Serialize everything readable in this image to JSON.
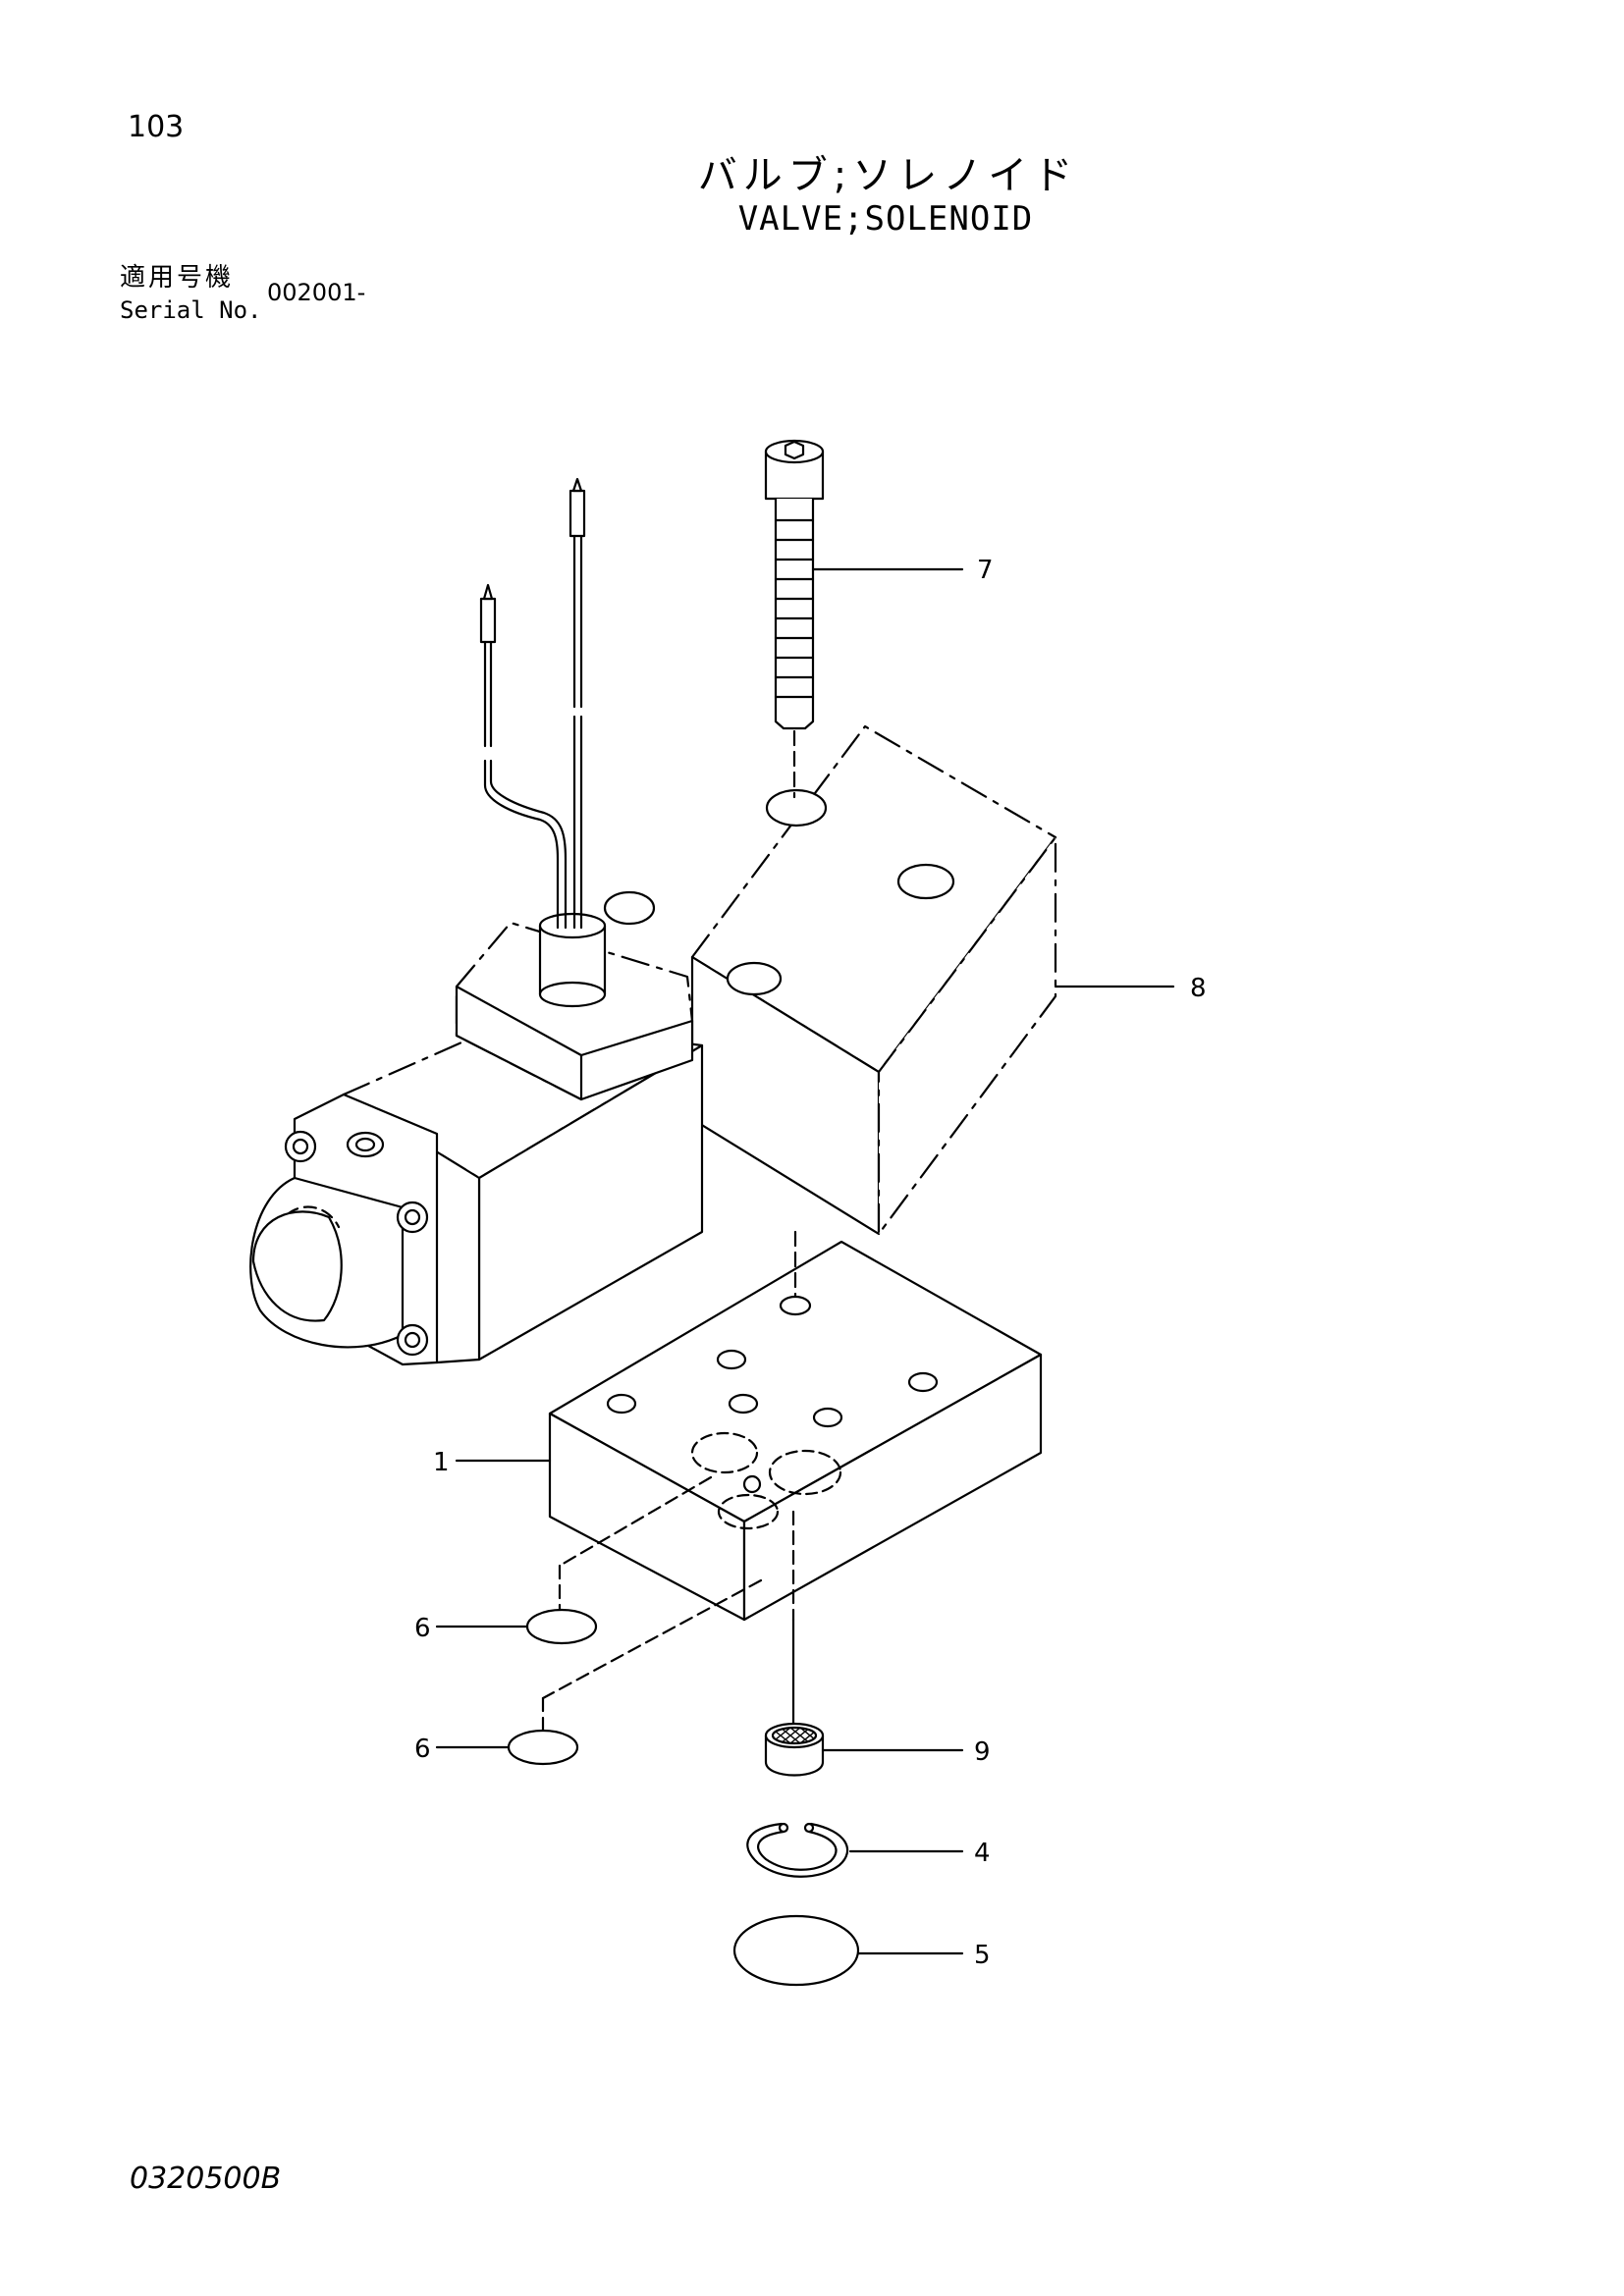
{
  "header": {
    "page_number": "103",
    "title_jp": "バルブ;ソレノイド",
    "title_en": "VALVE;SOLENOID",
    "serial_label_jp": "適用号機",
    "serial_label_en": "Serial No.",
    "serial_value": "002001-"
  },
  "footer": {
    "doc_code": "0320500B"
  },
  "callouts": {
    "c1": "1",
    "c4": "4",
    "c5": "5",
    "c6a": "6",
    "c6b": "6",
    "c7": "7",
    "c8": "8",
    "c9": "9"
  }
}
